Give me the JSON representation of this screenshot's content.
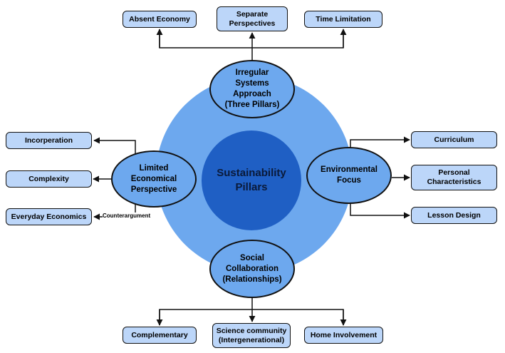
{
  "center": {
    "label": "Sustainability\nPillars"
  },
  "nodes": {
    "top": "Irregular\nSystems\nApproach\n(Three Pillars)",
    "left": "Limited\nEconomical\nPerspective",
    "right": "Environmental\nFocus",
    "bottom": "Social\nCollaboration\n(Relationships)"
  },
  "top_branches": [
    "Absent Economy",
    "Separate\nPerspectives",
    "Time Limitation"
  ],
  "left_branches": [
    "Incorperation",
    "Complexity",
    "Everyday Economics"
  ],
  "left_annotation": "Counterargument",
  "right_branches": [
    "Curriculum",
    "Personal\nCharacteristics",
    "Lesson Design"
  ],
  "bottom_branches": [
    "Complementary",
    "Science community\n(Intergenerational)",
    "Home Involvement"
  ],
  "colors": {
    "outer_circle": "#6da8ee",
    "core": "#1f5fc4",
    "box_fill": "#bcd6f9",
    "line": "#111111"
  }
}
